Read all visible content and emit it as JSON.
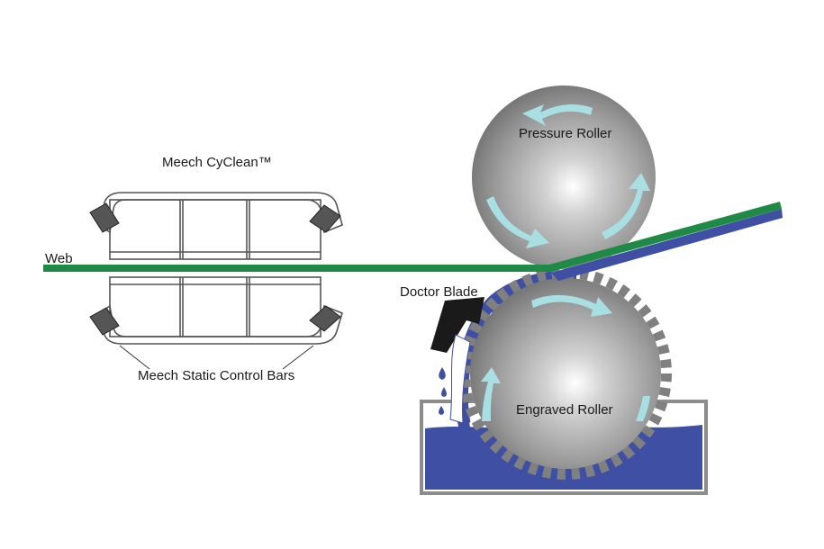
{
  "labels": {
    "title": "Meech CyClean™",
    "web": "Web",
    "static_bars": "Meech Static Control Bars",
    "doctor_blade": "Doctor Blade",
    "pressure_roller": "Pressure Roller",
    "engraved_roller": "Engraved Roller"
  },
  "colors": {
    "web_green": "#1e8a46",
    "ink_blue": "#3f4fa3",
    "arrow_cyan": "#a8dfe3",
    "roller_gray": "#8c8c8c",
    "bar_outline": "#555555",
    "blade_black": "#1a1a1a"
  }
}
